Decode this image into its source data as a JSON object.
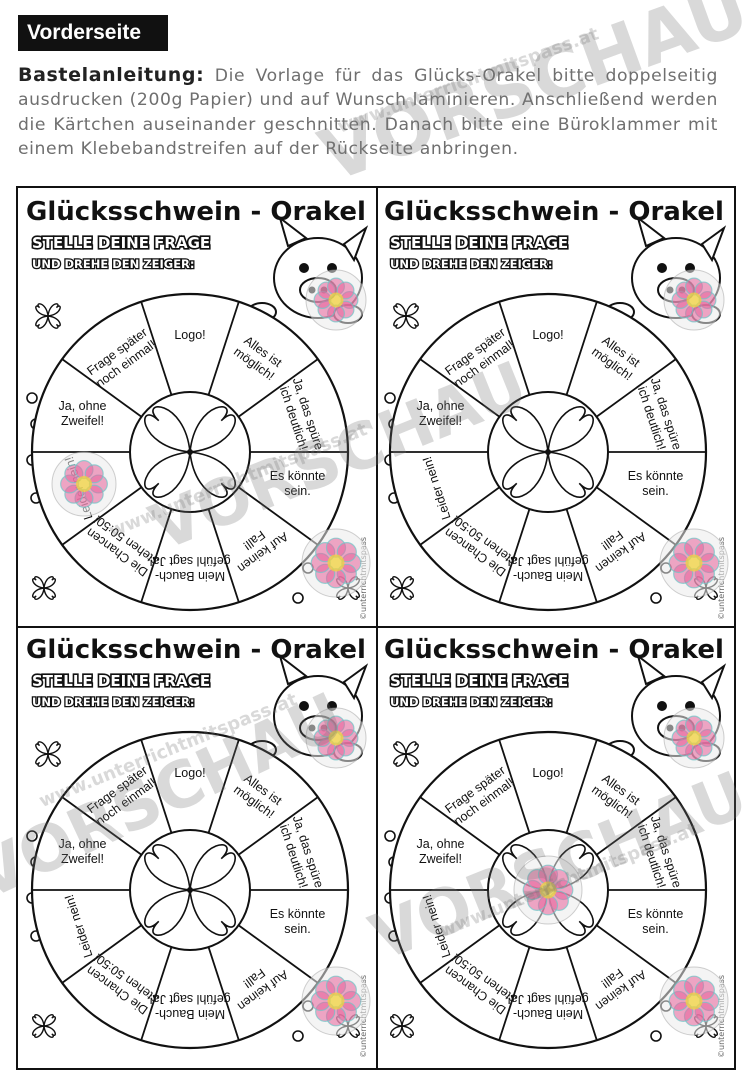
{
  "header": {
    "side_label": "Vorderseite",
    "instructions_label": "Bastelanleitung:",
    "instructions_text": " Die Vorlage für das Glücks-Orakel bitte doppelseitig ausdrucken (200g Papier) und auf Wunsch laminieren. Anschließend werden die Kärtchen auseinander geschnitten. Danach bitte eine Büroklammer mit einem Klebebandstreifen auf der Rückseite anbringen."
  },
  "card": {
    "title": "Glücksschwein - Orakel",
    "subtitle_line1": "STELLE DEINE FRAGE",
    "subtitle_line2": "UND DREHE DEN ZEIGER:",
    "copyright": "©unterrichtmitspass",
    "segments": [
      [
        "Logo!"
      ],
      [
        "Alles ist",
        "möglich!"
      ],
      [
        "Ja, das spüre",
        "ich deutlich!"
      ],
      [
        "Es könnte",
        "sein."
      ],
      [
        "Auf keinen",
        "Fall!"
      ],
      [
        "Mein Bauch-",
        "gefühl sagt Ja!"
      ],
      [
        "Die Chancen",
        "stehen 50:50!"
      ],
      [
        "Leider nein!"
      ],
      [
        "Ja, ohne",
        "Zweifel!"
      ],
      [
        "Frage später",
        "noch einmal!"
      ]
    ]
  },
  "watermark": {
    "big": "VORSCHAU",
    "url": "www.unterrichtmitspass.at"
  },
  "colors": {
    "ink": "#111111",
    "logo_pink": "#e8639a",
    "logo_teal": "#6fc6c8",
    "logo_yellow": "#f2d23c"
  }
}
